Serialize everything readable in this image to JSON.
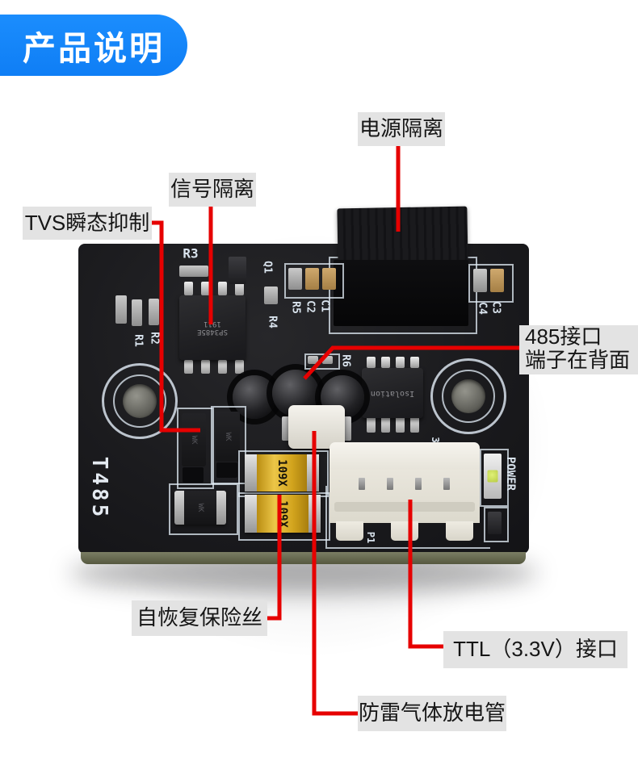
{
  "badge": {
    "label": "产品说明"
  },
  "callouts": {
    "power_isolation": {
      "label": "电源隔离"
    },
    "signal_isolation": {
      "label": "信号隔离"
    },
    "tvs": {
      "label": "TVS瞬态抑制"
    },
    "rs485": {
      "line1": "485接口",
      "line2": "端子在背面"
    },
    "fuse": {
      "label": "自恢复保险丝"
    },
    "ttl": {
      "label": "TTL（3.3V）接口"
    },
    "gdt": {
      "label": "防雷气体放电管"
    }
  },
  "board": {
    "silkscreen": {
      "model": "T485",
      "power": "POWER",
      "p1": "P1",
      "v33": "3",
      "r1": "R1",
      "r2": "R2",
      "r3": "R3",
      "r4": "R4",
      "r5": "R5",
      "r6": "R6",
      "q1": "Q1",
      "c1": "C1",
      "c2": "C2",
      "c3": "C3",
      "c4": "C4"
    },
    "ic1_line1": "SP3485E",
    "ic1_line2": "1911",
    "ic2_text": "Isolation",
    "fuse_marking": "109X",
    "diode_marking": "WK"
  },
  "colors": {
    "accent_blue": "#1485fa",
    "callout_red": "#e60000",
    "label_bg": "#e3e3e3",
    "pcb": "#1b1b1e"
  }
}
